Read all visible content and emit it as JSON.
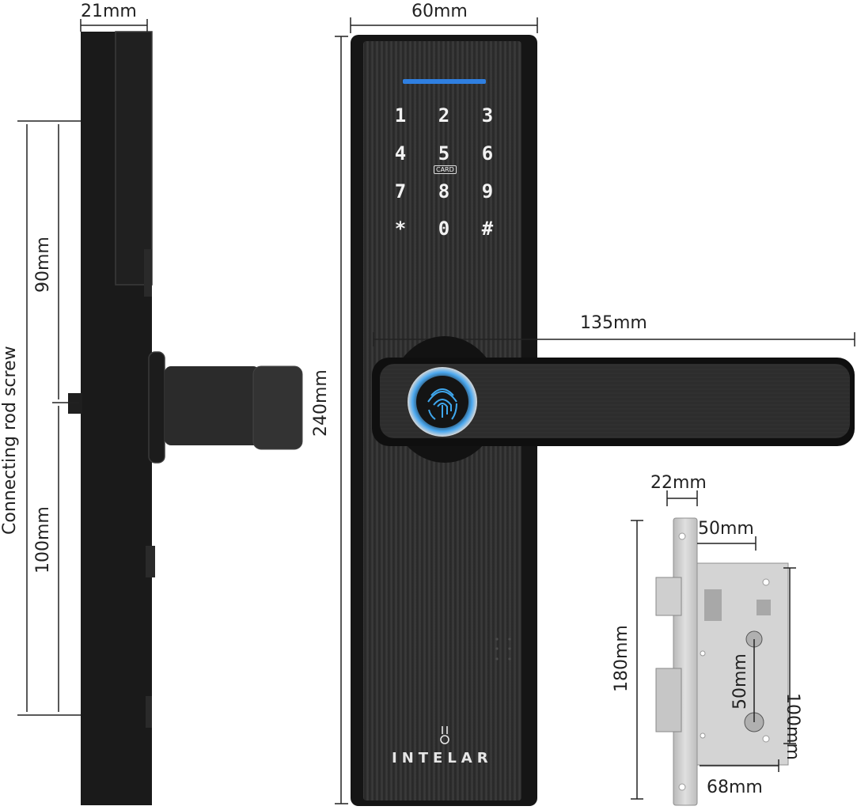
{
  "dimensions": {
    "side_thickness": "21mm",
    "panel_width": "60mm",
    "panel_height": "240mm",
    "handle_length": "135mm",
    "upper_rod_spacing": "90mm",
    "lower_rod_spacing": "100mm",
    "side_label": "Connecting rod screw",
    "mortise_faceplate_width": "22mm",
    "mortise_backset": "50mm",
    "mortise_height": "180mm",
    "mortise_hole_spacing": "100mm",
    "mortise_inner": "50mm",
    "mortise_body_width": "68mm"
  },
  "keypad": {
    "keys": [
      "1",
      "2",
      "3",
      "4",
      "5",
      "6",
      "7",
      "8",
      "9",
      "*",
      "0",
      "#"
    ],
    "card_label": "CARD"
  },
  "brand": "INTELAR",
  "colors": {
    "lock_body": "#1c1c1c",
    "keypad_light": "#2f7fe0",
    "fingerprint_glow": "#4aa8f0",
    "mortise_steel": "#c9c9c9"
  }
}
